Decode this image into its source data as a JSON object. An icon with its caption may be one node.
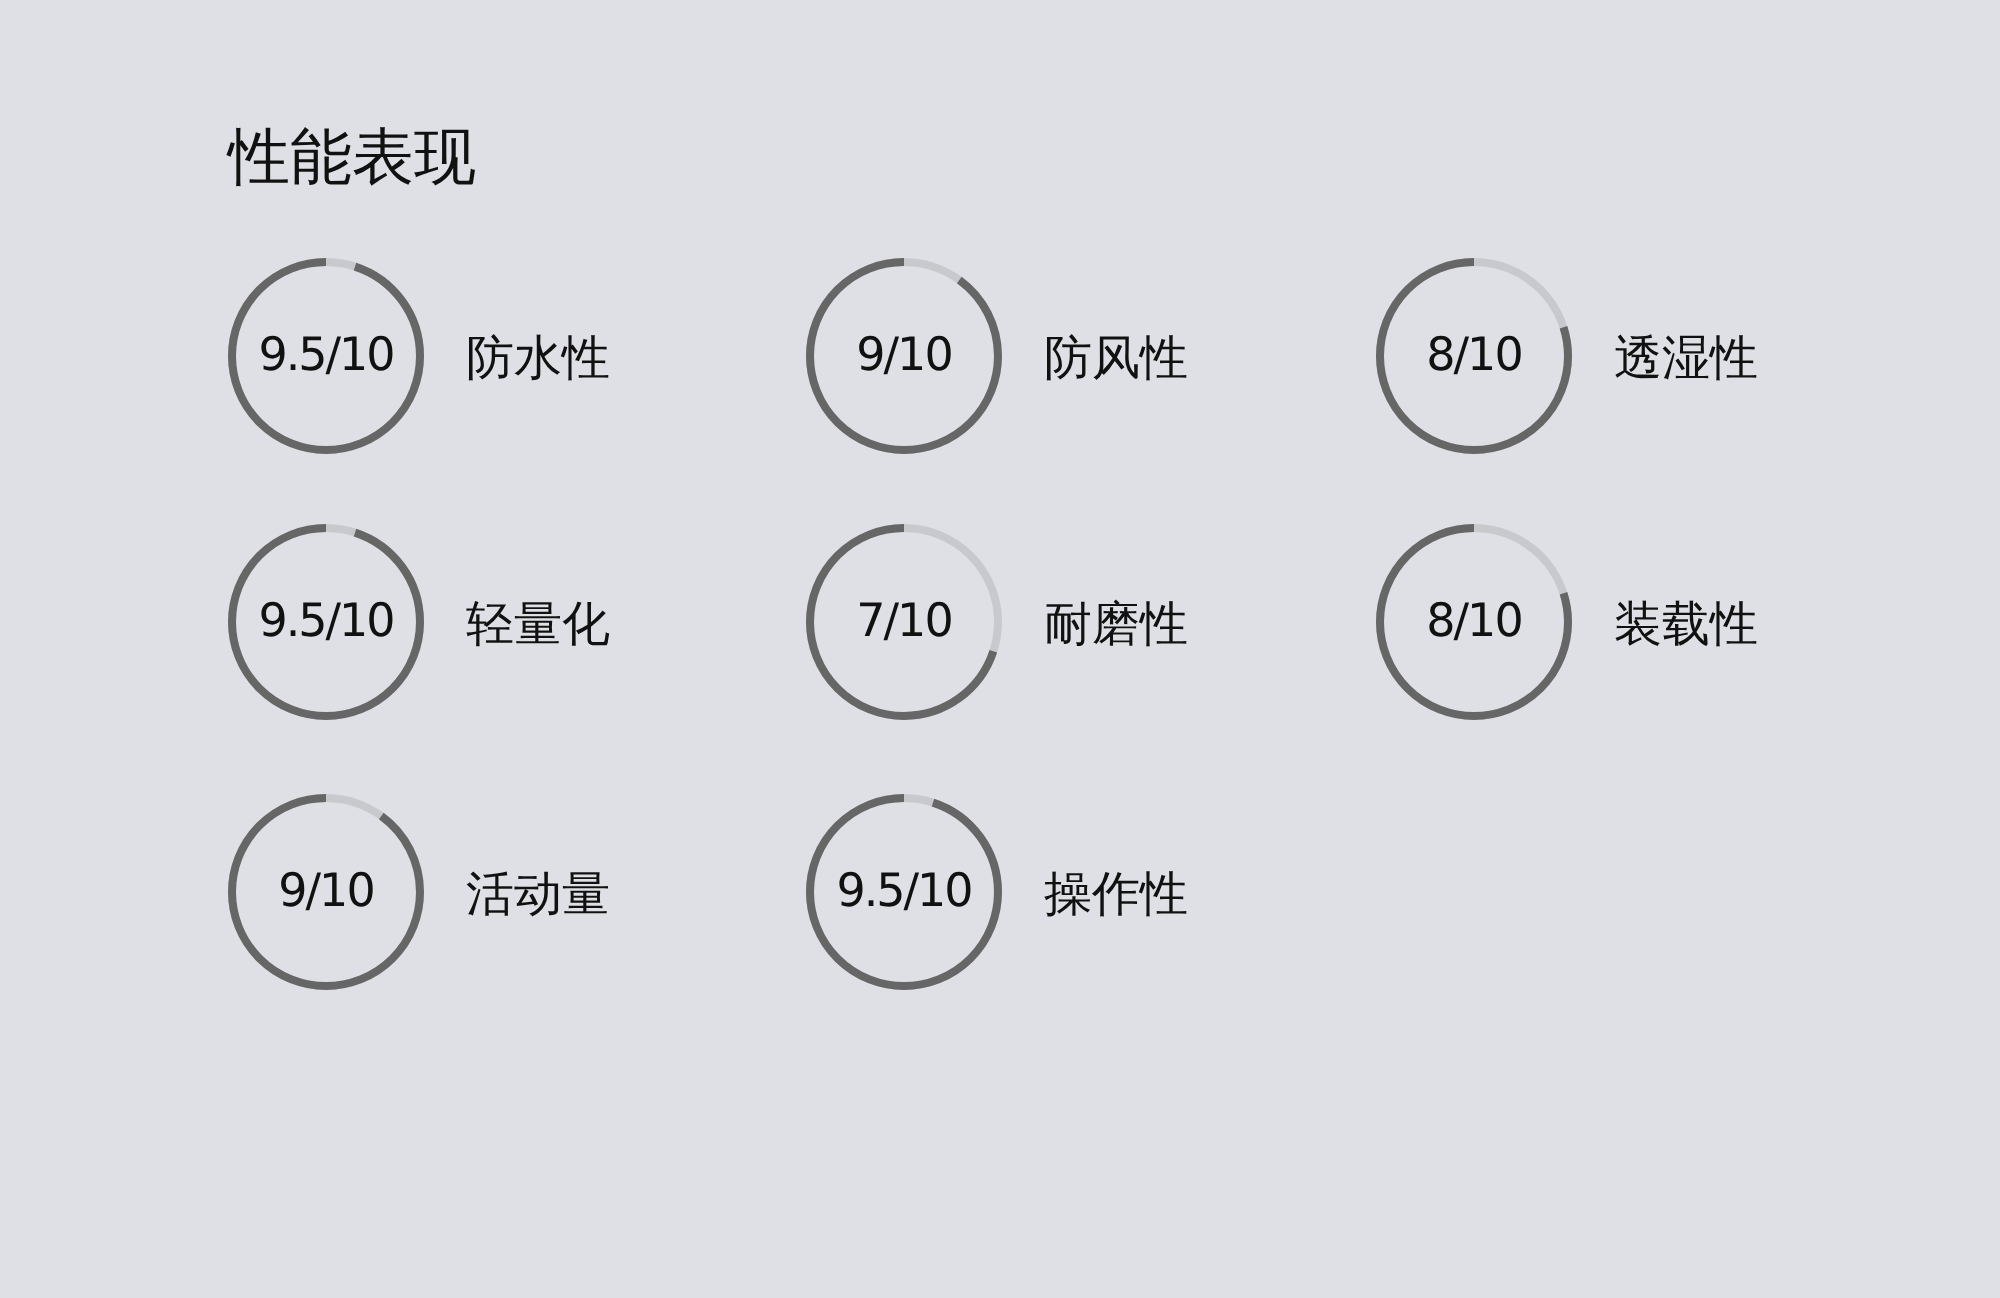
{
  "diagram": {
    "title": "性能表现",
    "nodes": [
      {
        "text": [
          "9.5/10"
        ],
        "beside": [
          "防水性"
        ]
      },
      {
        "text": [
          "9/10"
        ],
        "beside": [
          "防风性"
        ]
      },
      {
        "text": [
          "8/10"
        ],
        "beside": [
          "透湿性"
        ]
      },
      {
        "text": [
          "9.5/10"
        ],
        "beside": [
          "轻量化"
        ]
      },
      {
        "text": [
          "7/10"
        ],
        "beside": [
          "耐磨性"
        ]
      },
      {
        "text": [
          "8/10"
        ],
        "beside": [
          "装载性"
        ]
      },
      {
        "text": [
          "9/10"
        ],
        "beside": [
          "活动量"
        ]
      },
      {
        "text": [
          "9.5/10"
        ],
        "beside": [
          "操作性"
        ]
      }
    ]
  }
}
